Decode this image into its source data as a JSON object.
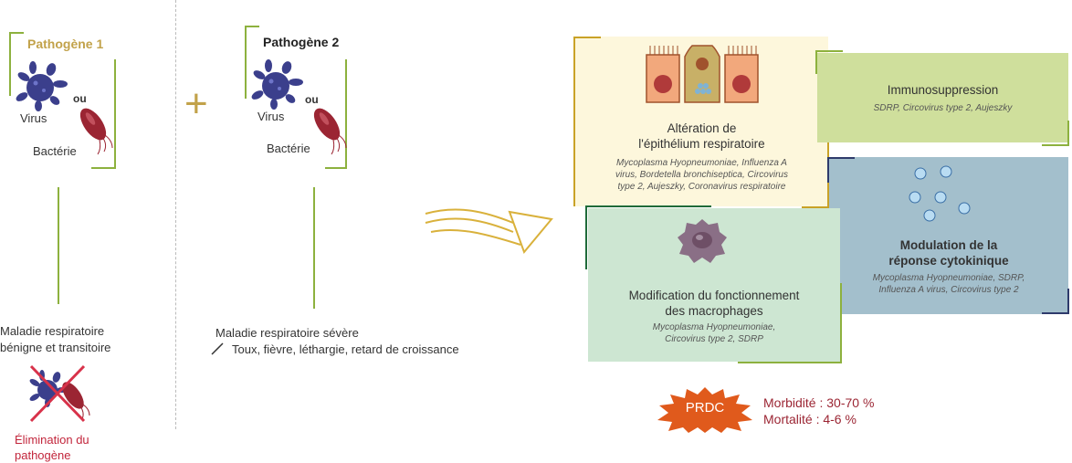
{
  "pathogen1": {
    "title": "Pathogène 1",
    "virus": "Virus",
    "ou": "ou",
    "bacteria": "Bactérie",
    "outcome_line1": "Maladie respiratoire",
    "outcome_line2": "bénigne et transitoire",
    "elimination_line1": "Élimination du",
    "elimination_line2": "pathogène"
  },
  "pathogen2": {
    "title": "Pathogène 2",
    "virus": "Virus",
    "ou": "ou",
    "bacteria": "Bactérie",
    "outcome_line1": "Maladie respiratoire sévère",
    "outcome_line2": "Toux, fièvre, léthargie, retard de croissance"
  },
  "plus_sign": "+",
  "boxes": {
    "epithelium": {
      "title_line1": "Altération de",
      "title_line2": "l'épithélium respiratoire",
      "agents": [
        "Mycoplasma Hyopneumoniae, Influenza A",
        "virus, Bordetella bronchiseptica, Circovirus",
        "type 2, Aujeszky, Coronavirus respiratoire"
      ]
    },
    "immuno": {
      "title": "Immunosuppression",
      "agents": "SDRP, Circovirus type 2, Aujeszky"
    },
    "cytokine": {
      "title_line1": "Modulation de la",
      "title_line2": "réponse cytokinique",
      "agents": [
        "Mycoplasma Hyopneumoniae, SDRP,",
        "Influenza A virus, Circovirus type 2"
      ]
    },
    "macrophage": {
      "title_line1": "Modification du fonctionnement",
      "title_line2": "des macrophages",
      "agents": [
        "Mycoplasma Hyopneumoniae,",
        "Circovirus type 2, SDRP"
      ]
    }
  },
  "prdc": {
    "label": "PRDC",
    "morbidity": "Morbidité : 30-70 %",
    "mortality": "Mortalité : 4-6 %"
  },
  "colors": {
    "green_line": "#8db13e",
    "gold": "#c9a227",
    "epithelium_bg": "#fdf7dc",
    "immuno_bg": "#cfdf9c",
    "cytokine_bg": "#a3bfcc",
    "macrophage_bg": "#cde6d2",
    "prdc_orange": "#e05a1c",
    "dark_red": "#9b2533",
    "navy": "#2e3a6b"
  }
}
